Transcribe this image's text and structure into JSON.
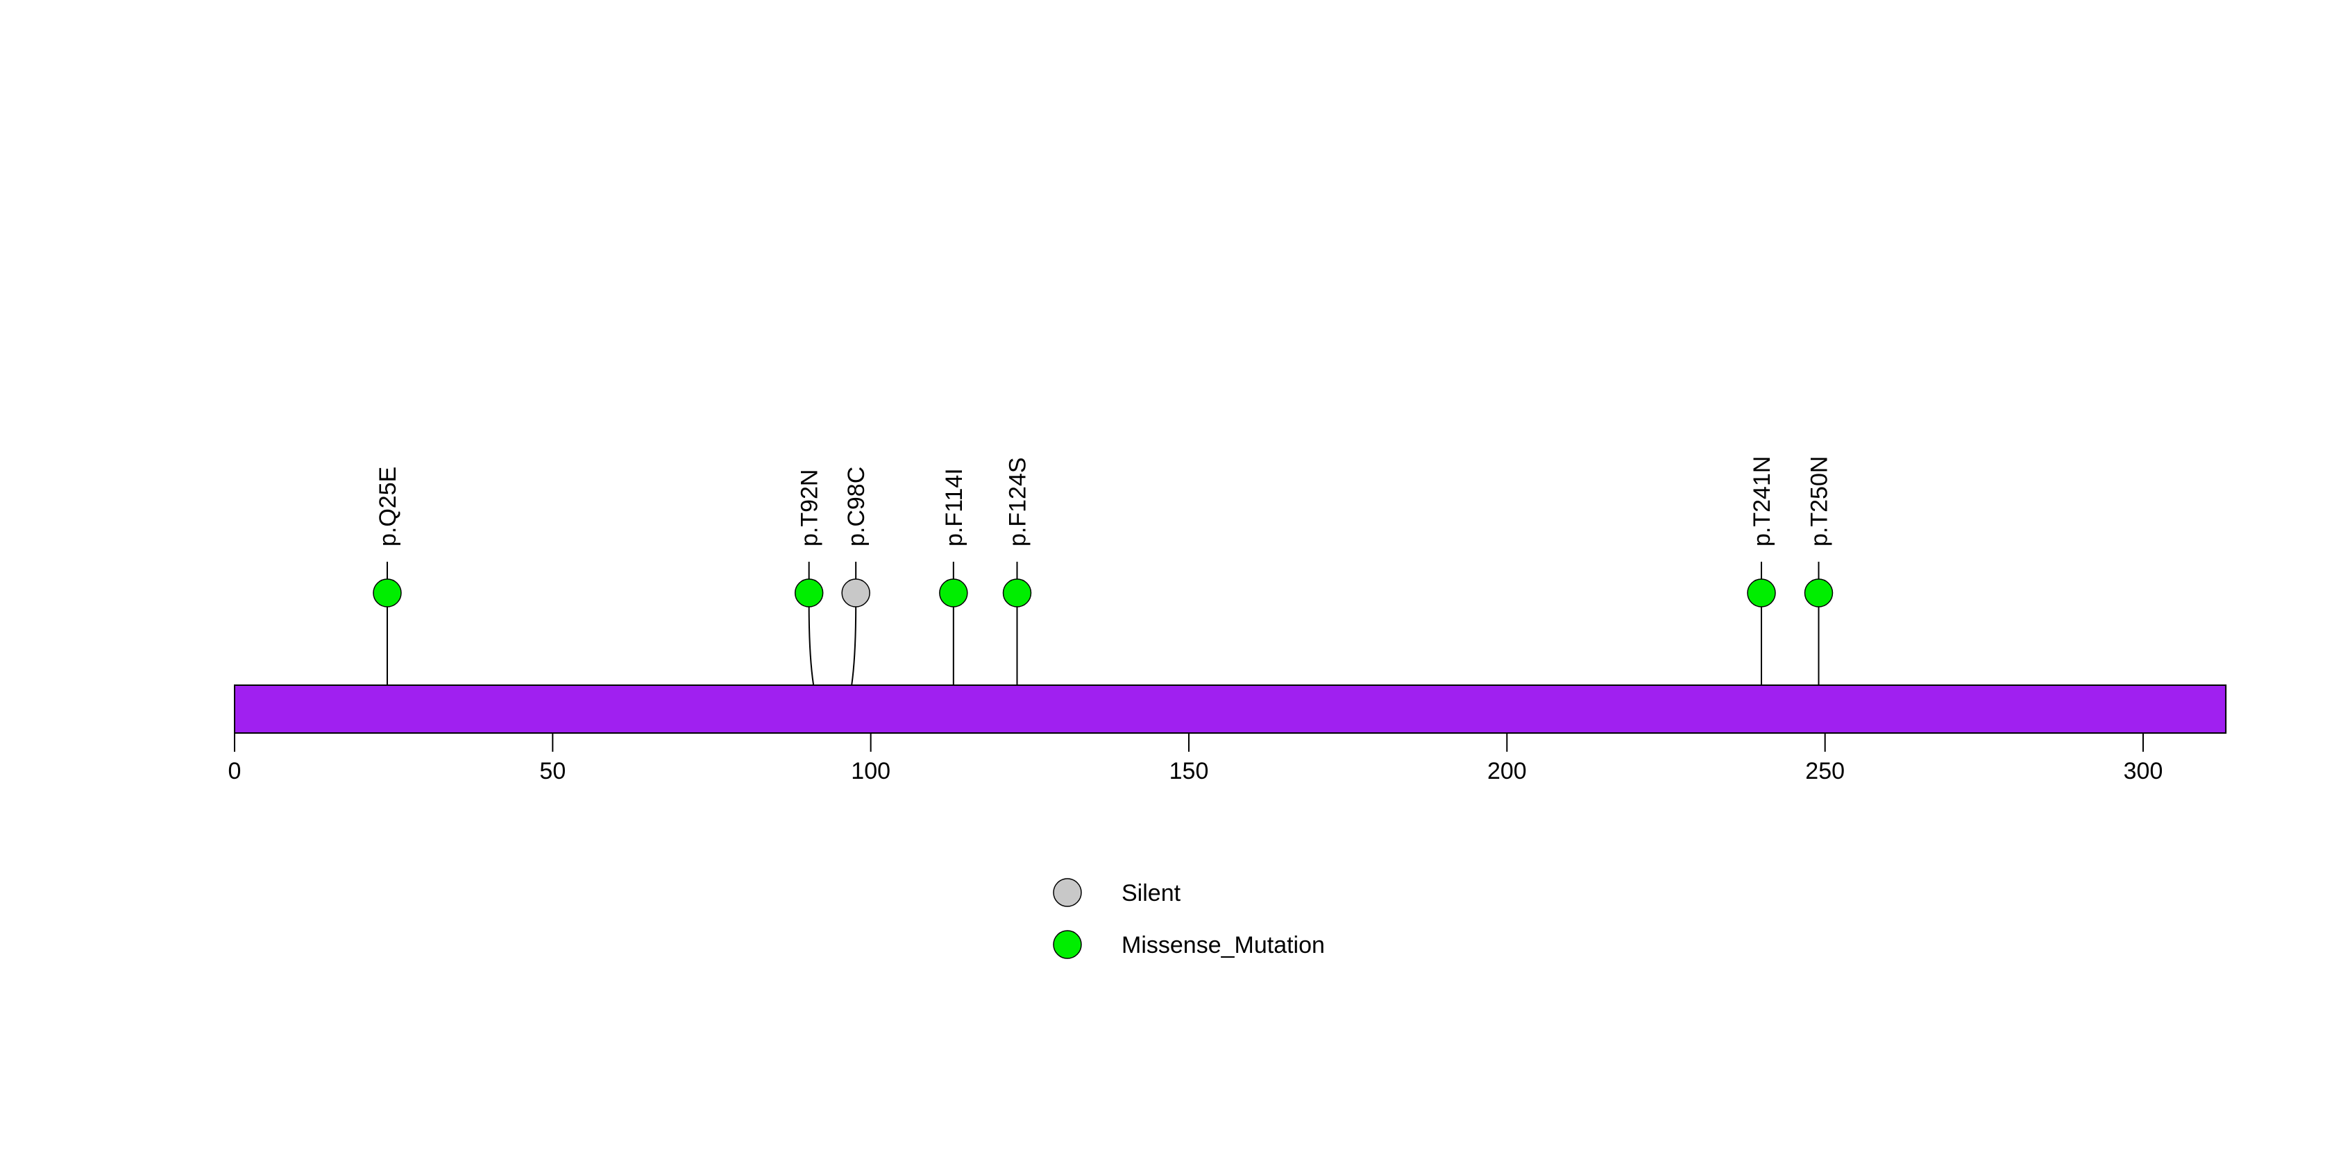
{
  "chart_data": {
    "type": "lollipop",
    "title": "",
    "xlabel": "",
    "ylabel": "",
    "axis": {
      "tick_values": [
        0,
        50,
        100,
        150,
        200,
        250,
        300
      ],
      "min": 0,
      "max": 313,
      "grid": false
    },
    "protein_bar": {
      "start": 0,
      "length": 313,
      "fill_color": "#A020F0",
      "stroke_color": "#000000"
    },
    "mutations": [
      {
        "label": "p.Q25E",
        "position": 25,
        "type": "Missense_Mutation",
        "color": "#00EE00",
        "circle_dx": 0
      },
      {
        "label": "p.T92N",
        "position": 92,
        "type": "Missense_Mutation",
        "color": "#00EE00",
        "circle_dx": -6.5
      },
      {
        "label": "p.C98C",
        "position": 98,
        "type": "Silent",
        "color": "#C8C8C8",
        "circle_dx": 6
      },
      {
        "label": "p.F114I",
        "position": 114,
        "type": "Missense_Mutation",
        "color": "#00EE00",
        "circle_dx": 0
      },
      {
        "label": "p.F124S",
        "position": 124,
        "type": "Missense_Mutation",
        "color": "#00EE00",
        "circle_dx": 0
      },
      {
        "label": "p.T241N",
        "position": 241,
        "type": "Missense_Mutation",
        "color": "#00EE00",
        "circle_dx": 0
      },
      {
        "label": "p.T250N",
        "position": 250,
        "type": "Missense_Mutation",
        "color": "#00EE00",
        "circle_dx": 0
      }
    ],
    "legend": {
      "position": "bottom-center",
      "entries": [
        {
          "label": "Silent",
          "color": "#C8C8C8"
        },
        {
          "label": "Missense_Mutation",
          "color": "#00EE00"
        }
      ]
    },
    "colors": {
      "Silent": "#C8C8C8",
      "Missense_Mutation": "#00EE00",
      "backbone": "#A020F0",
      "stem": "#000000",
      "background": "#ffffff"
    }
  }
}
